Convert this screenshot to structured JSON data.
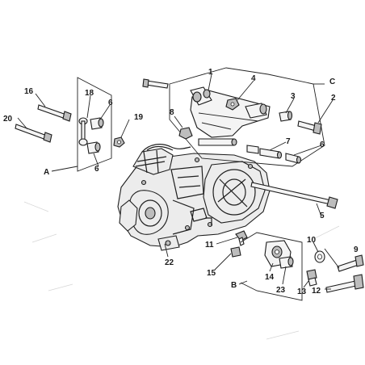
{
  "callouts": [
    {
      "id": "c1",
      "text": "1"
    },
    {
      "id": "c2",
      "text": "2"
    },
    {
      "id": "c3",
      "text": "3"
    },
    {
      "id": "c4",
      "text": "4"
    },
    {
      "id": "c5",
      "text": "5"
    },
    {
      "id": "c6a",
      "text": "6"
    },
    {
      "id": "c6b",
      "text": "6"
    },
    {
      "id": "c6c",
      "text": "6"
    },
    {
      "id": "c7",
      "text": "7"
    },
    {
      "id": "c8",
      "text": "8"
    },
    {
      "id": "c9",
      "text": "9"
    },
    {
      "id": "c10",
      "text": "10"
    },
    {
      "id": "c11",
      "text": "11"
    },
    {
      "id": "c12",
      "text": "12"
    },
    {
      "id": "c13",
      "text": "13"
    },
    {
      "id": "c14",
      "text": "14"
    },
    {
      "id": "c15",
      "text": "15"
    },
    {
      "id": "c16",
      "text": "16"
    },
    {
      "id": "c18",
      "text": "18"
    },
    {
      "id": "c19",
      "text": "19"
    },
    {
      "id": "c20",
      "text": "20"
    },
    {
      "id": "c22",
      "text": "22"
    },
    {
      "id": "c23",
      "text": "23"
    }
  ],
  "groups": [
    {
      "id": "gA",
      "text": "A"
    },
    {
      "id": "gB",
      "text": "B"
    },
    {
      "id": "gC",
      "text": "C"
    }
  ]
}
